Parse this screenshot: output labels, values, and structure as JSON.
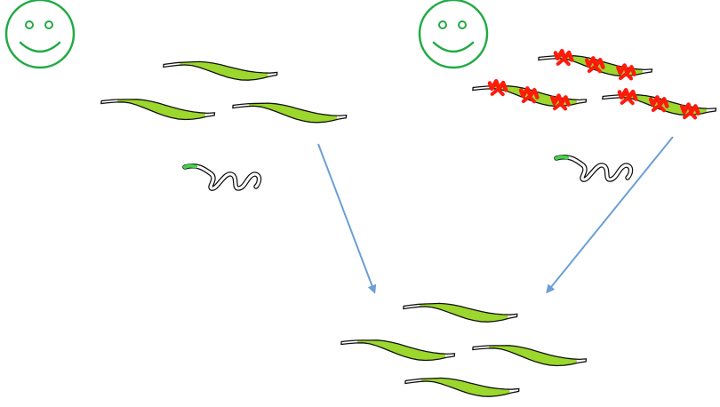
{
  "colors": {
    "background": "#ffffff",
    "smiley": "#22aa44",
    "worm_body": "#9bd72c",
    "worm_outline": "#111111",
    "worm_head": "#ffffff",
    "worm_green_tip": "#45d24a",
    "marks": "#ff1a0a",
    "arrow": "#6b9fd6"
  },
  "groups": [
    {
      "name": "left",
      "smiley_icon": "smiley-face-icon",
      "adult_worm_count": 3,
      "worm_marks": false,
      "juvenile_worm_count": 1
    },
    {
      "name": "right",
      "smiley_icon": "smiley-face-icon",
      "adult_worm_count": 3,
      "worm_marks": true,
      "juvenile_worm_count": 1
    },
    {
      "name": "result",
      "adult_worm_count": 4,
      "worm_marks": false
    }
  ],
  "arrows": [
    {
      "from": "left",
      "to": "result",
      "icon": "arrow-icon"
    },
    {
      "from": "right",
      "to": "result",
      "icon": "arrow-icon"
    }
  ]
}
